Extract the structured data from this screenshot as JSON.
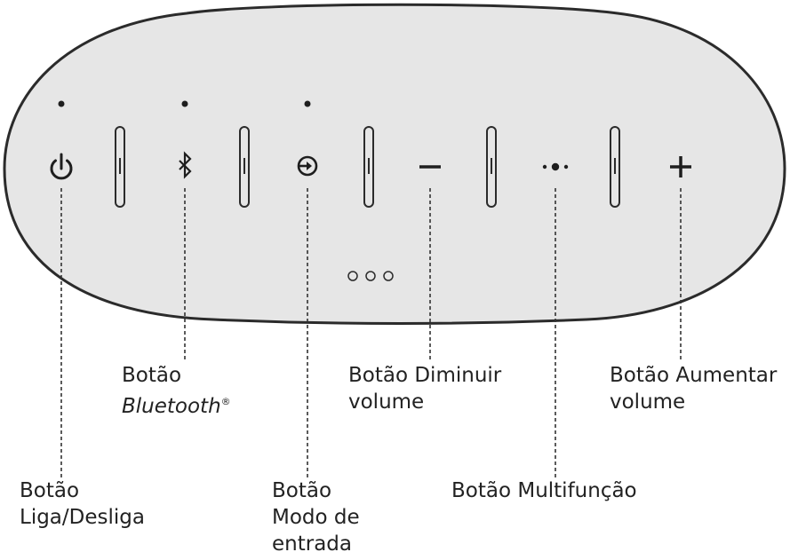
{
  "diagram": {
    "colors": {
      "panel_fill": "#e6e6e6",
      "panel_stroke": "#2b2b2b",
      "icon": "#1e1e1e",
      "leader_line": "#333333",
      "label_text": "#222222"
    },
    "icons": {
      "power": "power-icon",
      "bluetooth": "bluetooth-icon",
      "input": "input-mode-icon",
      "volume_down": "minus-icon",
      "multifunction": "multifunction-dots-icon",
      "volume_up": "plus-icon"
    },
    "labels": {
      "power": [
        "Botão",
        "Liga/Desliga"
      ],
      "bluetooth": [
        "Botão",
        "Bluetooth",
        "®"
      ],
      "input": [
        "Botão",
        "Modo de",
        "entrada"
      ],
      "volume_down": [
        "Botão Diminuir",
        "volume"
      ],
      "multifunction": [
        "Botão Multifunção"
      ],
      "volume_up": [
        "Botão Aumentar",
        "volume"
      ]
    }
  }
}
